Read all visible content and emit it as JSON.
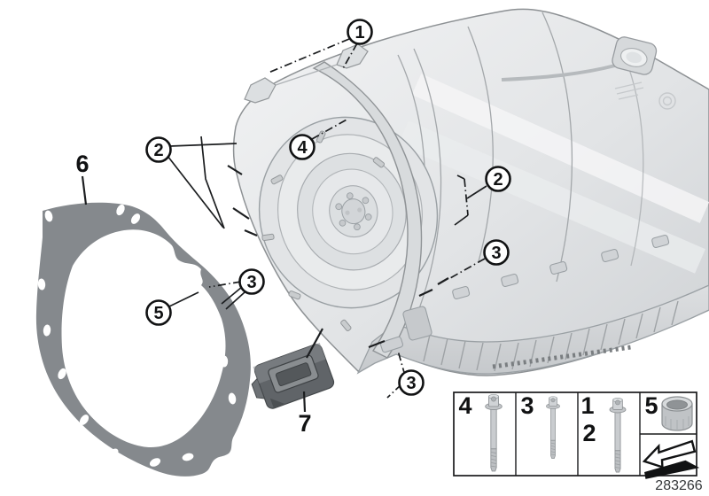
{
  "diagram_number": "283266",
  "callouts": {
    "c1": {
      "label": "1"
    },
    "c2_left": {
      "label": "2"
    },
    "c2_right": {
      "label": "2"
    },
    "c3_left": {
      "label": "3"
    },
    "c3_right": {
      "label": "3"
    },
    "c3_bottom": {
      "label": "3"
    },
    "c4": {
      "label": "4"
    },
    "c5": {
      "label": "5"
    },
    "gasket": {
      "label": "6"
    },
    "sensor": {
      "label": "7"
    }
  },
  "legend": {
    "cells": [
      {
        "label": "4",
        "icon": "bolt-long-icon"
      },
      {
        "label": "3",
        "icon": "bolt-medium-icon"
      },
      {
        "label": "1",
        "label2": "2",
        "icon": "bolt-flange-icon"
      },
      {
        "label": "5",
        "icon": "sleeve-bushing-icon"
      }
    ],
    "arrow_icon": "direction-arrow-icon"
  },
  "colors": {
    "line": "#1c1e20",
    "gasket_gray": "#85898d",
    "body_light": "#eef0f1",
    "body_mid": "#d5d8da",
    "sensor_dark": "#5f6367"
  }
}
